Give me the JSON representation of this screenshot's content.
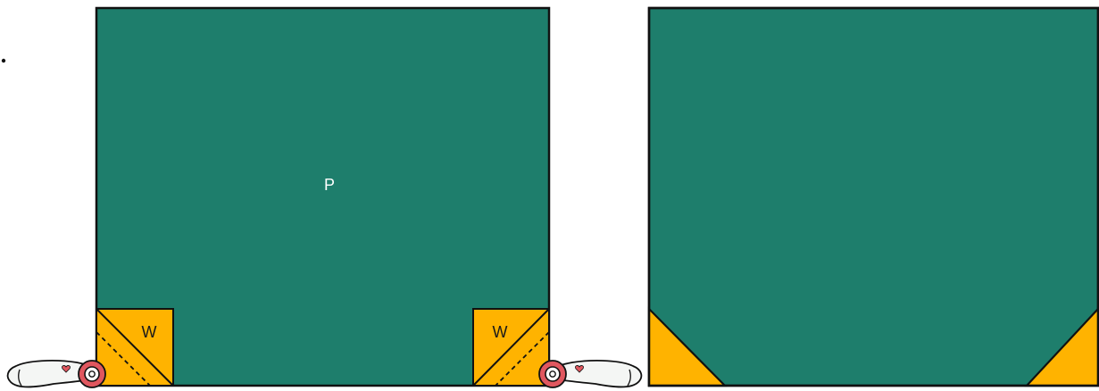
{
  "colors": {
    "background_fabric": "#1E7E6C",
    "square_fabric": "#FFB300",
    "outline": "#111111",
    "cutter_body": "#F4F6F4",
    "cutter_wheel": "#E0575F",
    "cutter_heart": "#E0575F"
  },
  "left_panel": {
    "label": "P",
    "squares": [
      {
        "label": "W",
        "corner": "bottom-left"
      },
      {
        "label": "W",
        "corner": "bottom-right"
      }
    ],
    "tools": [
      {
        "icon": "rotary-cutter-icon",
        "side": "left"
      },
      {
        "icon": "rotary-cutter-icon",
        "side": "right"
      }
    ]
  },
  "right_panel": {
    "corners": [
      "bottom-left",
      "bottom-right"
    ]
  }
}
